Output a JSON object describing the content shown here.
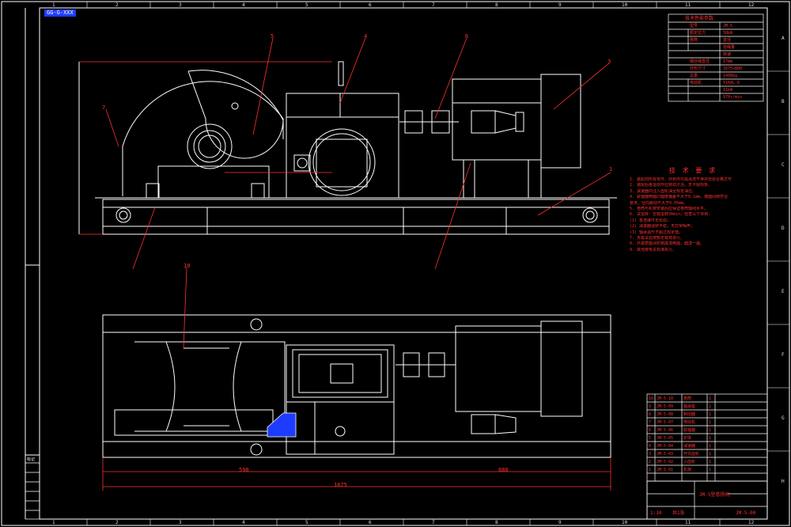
{
  "drawing_code_tag": "GG-G-XXX",
  "part_numbers": {
    "p5": "5",
    "p4": "4",
    "p6": "6",
    "p3": "3",
    "p1": "1",
    "p7": "7",
    "p10": "10"
  },
  "dimensions": {
    "total_length": "1675",
    "left_part": "590",
    "right_part": "880"
  },
  "tech_requirements_title": "技 术 要 求",
  "tech_requirements": [
    "1. 装配前所有零件、外购件均需清洗干净并检验合格方可",
    "2. 装配后各运动件应转动灵活，无卡阻现象。",
    "3. 减速器内注入齿轮油至规定油位。",
    "4. 联轴器两轴同轴度偏差不大于0.1mm，端面间隙符合",
    "   要求，径向跳动不大于0.05mm。",
    "5. 卷筒与机架安装后应保证卷筒轴线水平。",
    "6. 试运转：空载运转30min，检查以下项目：",
    "(1) 各连接件无松动；",
    "(2) 减速器运转平稳，无异常噪声；",
    "(3) 轴承温升不超过规定值。",
    "7. 负载试验按额定载荷进行。",
    "8. 外露表面涂防锈底漆两遍，面漆一遍。",
    "9. 其他按有关标准执行。"
  ],
  "spec_table": {
    "title": "技术性能参数",
    "rows": [
      [
        "型号",
        "JM-5"
      ],
      [
        "额定拉力",
        "50kN"
      ],
      [
        "卷筒",
        "直径"
      ],
      [
        "",
        "容绳量"
      ],
      [
        "",
        "转速"
      ],
      [
        "钢丝绳直径",
        "17mm"
      ],
      [
        "外形尺寸",
        "1675×880"
      ],
      [
        "总重",
        "1400kg"
      ],
      [
        "电动机",
        "Y160L-6"
      ],
      [
        "",
        "11kW"
      ],
      [
        "",
        "970r/min"
      ]
    ]
  },
  "title_block": {
    "drawing_name": "JM-5型卷扬机",
    "drawing_no": "JM-5-00",
    "scale": "1:10",
    "sheet": "共1张"
  },
  "bom_rows": [
    [
      "10",
      "JM-5-10",
      "卷筒",
      "1"
    ],
    [
      "9",
      "JM-5-09",
      "轴承座",
      "2"
    ],
    [
      "8",
      "JM-5-08",
      "制动器",
      "1"
    ],
    [
      "7",
      "JM-5-07",
      "电动机",
      "1"
    ],
    [
      "6",
      "JM-5-06",
      "联轴器",
      "1"
    ],
    [
      "5",
      "JM-5-05",
      "护罩",
      "1"
    ],
    [
      "4",
      "JM-5-04",
      "减速器",
      "1"
    ],
    [
      "3",
      "JM-5-03",
      "开式齿轮",
      "1"
    ],
    [
      "2",
      "JM-5-02",
      "小齿轮",
      "1"
    ],
    [
      "1",
      "JM-5-01",
      "机架",
      "1"
    ]
  ],
  "revision_label": "标记",
  "grid_cols": [
    "1",
    "2",
    "3",
    "4",
    "5",
    "6",
    "7",
    "8",
    "9",
    "10",
    "11",
    "12"
  ],
  "grid_rows": [
    "A",
    "B",
    "C",
    "D",
    "E",
    "F",
    "G",
    "H"
  ]
}
